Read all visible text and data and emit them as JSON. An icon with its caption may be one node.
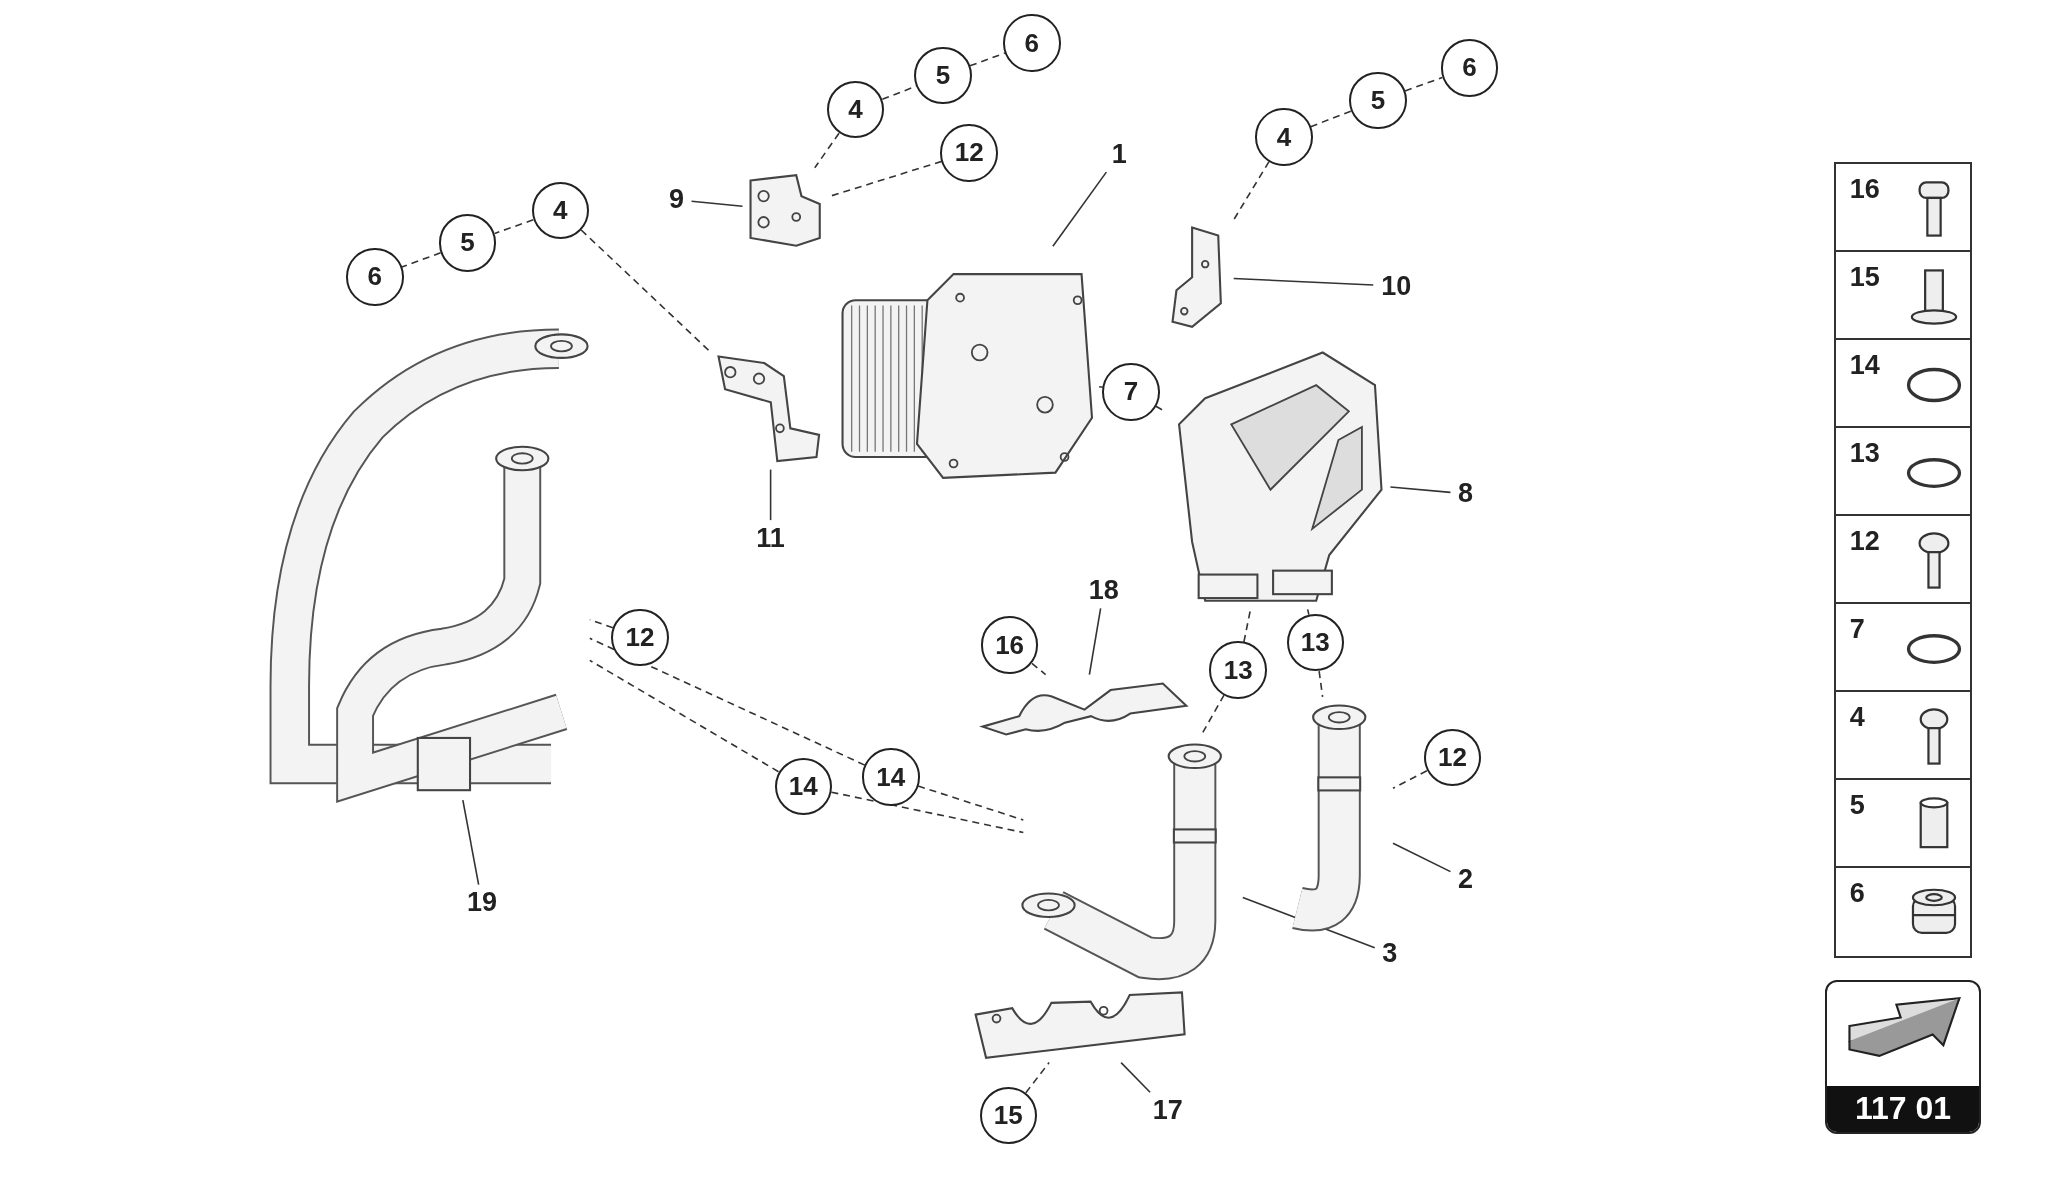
{
  "diagram": {
    "nodes": [
      {
        "text": [
          "4"
        ]
      },
      {
        "text": [
          "5"
        ]
      },
      {
        "text": [
          "6"
        ]
      },
      {
        "text": [
          "12"
        ]
      },
      {
        "text": [
          "4"
        ]
      },
      {
        "text": [
          "5"
        ]
      },
      {
        "text": [
          "6"
        ]
      },
      {
        "text": [
          "4"
        ]
      },
      {
        "text": [
          "5"
        ]
      },
      {
        "text": [
          "6"
        ]
      },
      {
        "text": [
          "9"
        ]
      },
      {
        "text": [
          "1"
        ]
      },
      {
        "text": [
          "10"
        ]
      },
      {
        "text": [
          "7"
        ]
      },
      {
        "text": [
          "8"
        ]
      },
      {
        "text": [
          "11"
        ]
      },
      {
        "text": [
          "18"
        ]
      },
      {
        "text": [
          "16"
        ]
      },
      {
        "text": [
          "12"
        ]
      },
      {
        "text": [
          "13"
        ]
      },
      {
        "text": [
          "13"
        ]
      },
      {
        "text": [
          "12"
        ]
      },
      {
        "text": [
          "14"
        ]
      },
      {
        "text": [
          "14"
        ]
      },
      {
        "text": [
          "2"
        ]
      },
      {
        "text": [
          "19"
        ]
      },
      {
        "text": [
          "3"
        ]
      },
      {
        "text": [
          "15"
        ]
      },
      {
        "text": [
          "17"
        ]
      },
      {
        "text": [],
        "shape": "picture"
      },
      {
        "text": [],
        "shape": "picture"
      },
      {
        "text": [],
        "shape": "picture"
      },
      {
        "text": [],
        "shape": "picture"
      },
      {
        "text": [],
        "shape": "picture"
      },
      {
        "text": [],
        "shape": "picture"
      },
      {
        "text": [],
        "shape": "picture"
      },
      {
        "text": [],
        "shape": "picture"
      },
      {
        "text": [],
        "shape": "picture"
      },
      {
        "text": [],
        "shape": "picture"
      },
      {
        "text": [
          "117 01"
        ]
      }
    ],
    "edges": [
      {
        "from": 10,
        "to": 29,
        "arrow": "none"
      },
      {
        "from": 11,
        "to": 30,
        "arrow": "none"
      },
      {
        "from": 12,
        "to": 31,
        "arrow": "none"
      },
      {
        "from": 14,
        "to": 33,
        "arrow": "none"
      },
      {
        "from": 15,
        "to": 32,
        "arrow": "none"
      },
      {
        "from": 16,
        "to": 34,
        "arrow": "none"
      },
      {
        "from": 24,
        "to": 35,
        "arrow": "none"
      },
      {
        "from": 25,
        "to": 37,
        "arrow": "none"
      },
      {
        "from": 26,
        "to": 36,
        "arrow": "none"
      },
      {
        "from": 28,
        "to": 38,
        "arrow": "none"
      },
      {
        "from": 0,
        "to": 1,
        "arrow": "none",
        "style": "dashed"
      },
      {
        "from": 1,
        "to": 2,
        "arrow": "none",
        "style": "dashed"
      },
      {
        "from": 0,
        "to": 29,
        "arrow": "none",
        "style": "dashed"
      },
      {
        "from": 3,
        "to": 29,
        "arrow": "none",
        "style": "dashed"
      },
      {
        "from": 4,
        "to": 5,
        "arrow": "none",
        "style": "dashed"
      },
      {
        "from": 5,
        "to": 6,
        "arrow": "none",
        "style": "dashed"
      },
      {
        "from": 4,
        "to": 31,
        "arrow": "none",
        "style": "dashed"
      },
      {
        "from": 7,
        "to": 8,
        "arrow": "none",
        "style": "dashed"
      },
      {
        "from": 8,
        "to": 9,
        "arrow": "none",
        "style": "dashed"
      },
      {
        "from": 7,
        "to": 32,
        "arrow": "none",
        "style": "dashed"
      },
      {
        "from": 13,
        "to": 30,
        "arrow": "none",
        "style": "dashed"
      },
      {
        "from": 13,
        "to": 33,
        "arrow": "none",
        "style": "dashed"
      },
      {
        "from": 17,
        "to": 34,
        "arrow": "none",
        "style": "dashed"
      },
      {
        "from": 18,
        "to": 37,
        "arrow": "none",
        "style": "dashed"
      },
      {
        "from": 19,
        "to": 33,
        "arrow": "none",
        "style": "dashed"
      },
      {
        "from": 19,
        "to": 35,
        "arrow": "none",
        "style": "dashed"
      },
      {
        "from": 20,
        "to": 33,
        "arrow": "none",
        "style": "dashed"
      },
      {
        "from": 20,
        "to": 36,
        "arrow": "none",
        "style": "dashed"
      },
      {
        "from": 21,
        "to": 35,
        "arrow": "none",
        "style": "dashed"
      },
      {
        "from": 22,
        "to": 37,
        "arrow": "none",
        "style": "dashed"
      },
      {
        "from": 22,
        "to": 36,
        "arrow": "none",
        "style": "dashed"
      },
      {
        "from": 23,
        "to": 37,
        "arrow": "none",
        "style": "dashed"
      },
      {
        "from": 23,
        "to": 36,
        "arrow": "none",
        "style": "dashed"
      },
      {
        "from": 27,
        "to": 38,
        "arrow": "none",
        "style": "dashed"
      }
    ],
    "labels": [
      "16",
      "15",
      "14",
      "13",
      "12",
      "7",
      "4",
      "5",
      "6"
    ]
  }
}
